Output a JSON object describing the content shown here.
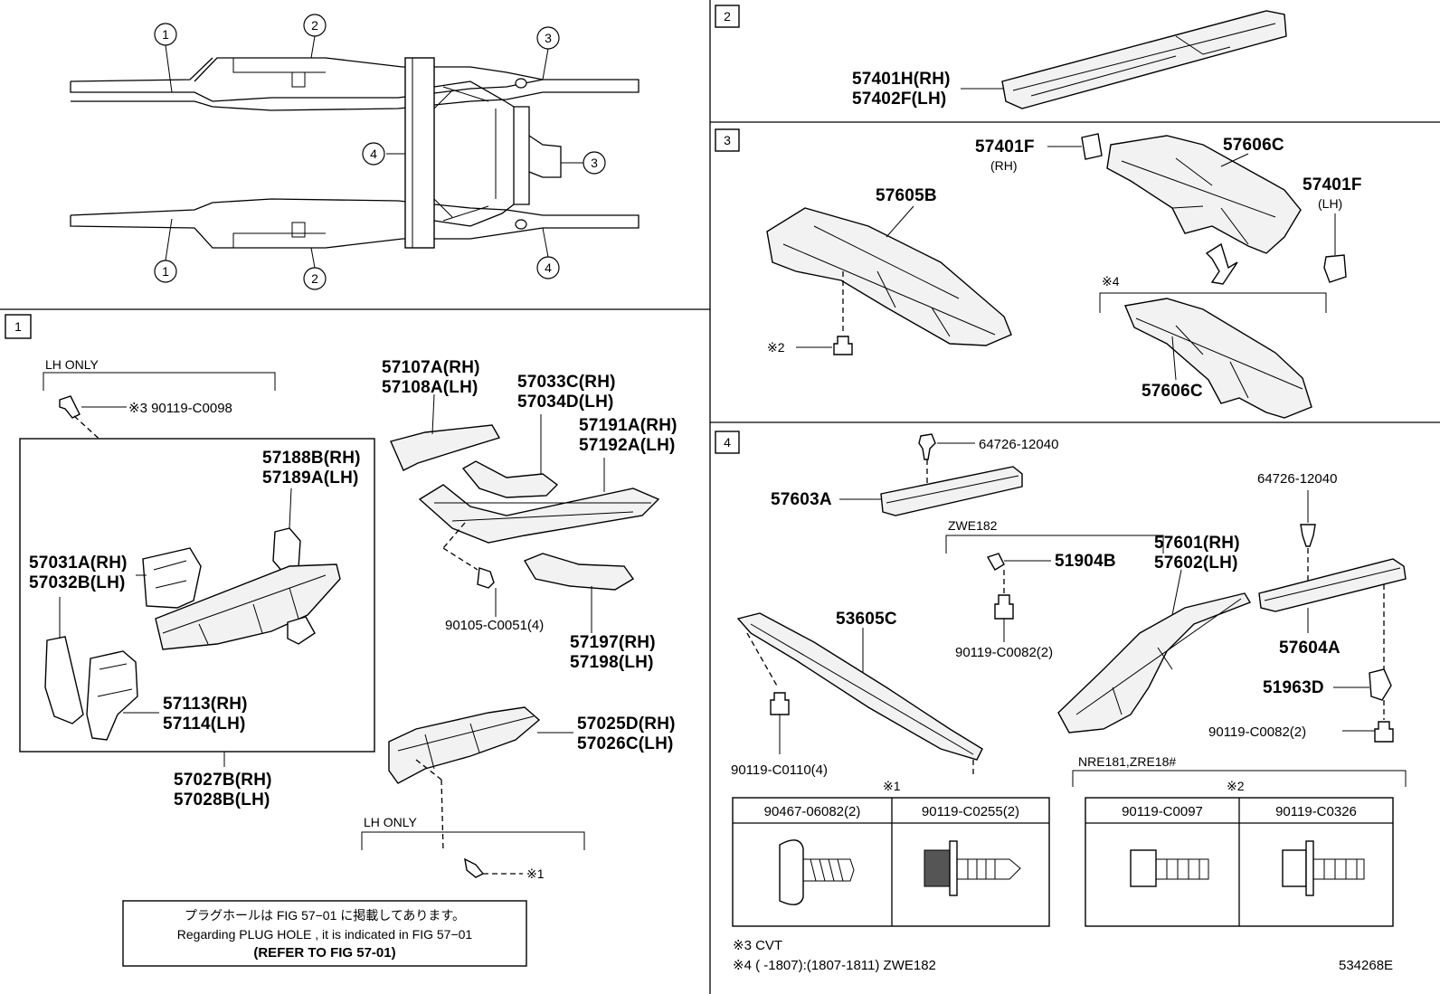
{
  "top_overview": {
    "callouts": [
      "1",
      "2",
      "3",
      "4",
      "3",
      "1",
      "2",
      "4"
    ]
  },
  "panel2": {
    "badge": "2",
    "part_a": "57401H(RH)",
    "part_b": "57402F(LH)"
  },
  "panel3": {
    "badge": "3",
    "p_57401F_rh": "57401F",
    "rh": "(RH)",
    "p_57606C_top": "57606C",
    "p_57401F_lh": "57401F",
    "lh": "(LH)",
    "p_57605B": "57605B",
    "note2": "※2",
    "note4": "※4",
    "p_57606C_bottom": "57606C"
  },
  "panel1": {
    "badge": "1",
    "lh_only_top": "LH ONLY",
    "bolt_top": "※3 90119-C0098",
    "p_57188B": "57188B(RH)",
    "p_57189A": "57189A(LH)",
    "p_57031A": "57031A(RH)",
    "p_57032B": "57032B(LH)",
    "p_57113": "57113(RH)",
    "p_57114": "57114(LH)",
    "p_57027B": "57027B(RH)",
    "p_57028B": "57028B(LH)",
    "p_57107A": "57107A(RH)",
    "p_57108A": "57108A(LH)",
    "p_57033C": "57033C(RH)",
    "p_57034D": "57034D(LH)",
    "p_57191A": "57191A(RH)",
    "p_57192A": "57192A(LH)",
    "p_90105": "90105-C0051(4)",
    "p_57197": "57197(RH)",
    "p_57198": "57198(LH)",
    "p_57025D": "57025D(RH)",
    "p_57026C": "57026C(LH)",
    "lh_only_bottom": "LH ONLY",
    "note1": "※1",
    "plug_jp": "プラグホールは FIG 57−01 に掲載してあります。",
    "plug_en": "Regarding  PLUG  HOLE , it is indicated in  FIG  57−01",
    "plug_ref": "(REFER TO FIG 57-01)"
  },
  "panel4": {
    "badge": "4",
    "p_64726_a": "64726-12040",
    "p_57603A": "57603A",
    "zwe182": "ZWE182",
    "p_51904B": "51904B",
    "p_64726_b": "64726-12040",
    "p_57601": "57601(RH)",
    "p_57602": "57602(LH)",
    "p_53605C": "53605C",
    "p_90119_82a": "90119-C0082(2)",
    "p_57604A": "57604A",
    "p_51963D": "51963D",
    "p_90119_82b": "90119-C0082(2)",
    "p_90119_110": "90119-C0110(4)",
    "nre": "NRE181,ZRE18#",
    "note1": "※1",
    "note2": "※2",
    "t1_c1": "90467-06082(2)",
    "t1_c2": "90119-C0255(2)",
    "t2_c1": "90119-C0097",
    "t2_c2": "90119-C0326",
    "foot3": "※3 CVT",
    "foot4": "※4 (      -1807):(1807-1811) ZWE182",
    "drawing_no": "534268E"
  }
}
